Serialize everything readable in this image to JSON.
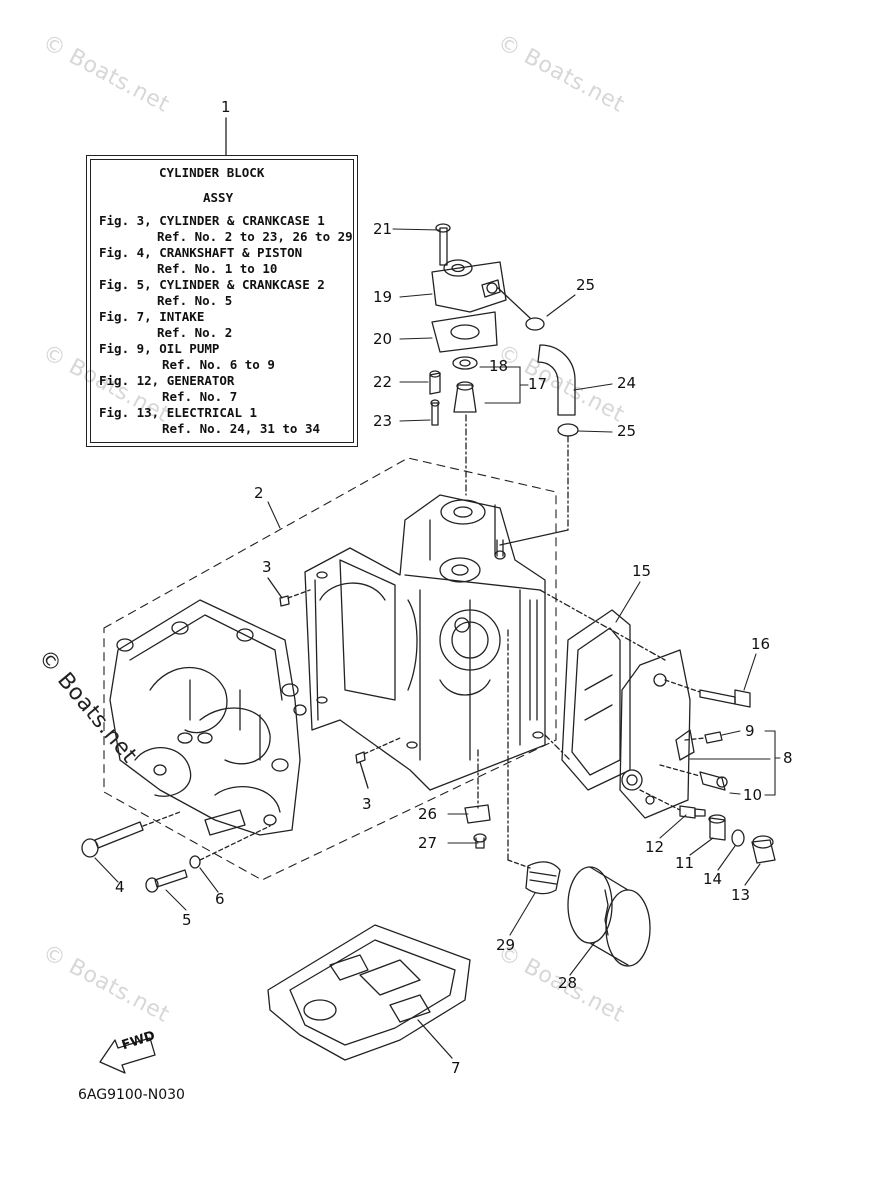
{
  "watermarks": [
    {
      "text": "© Boats.net"
    },
    {
      "text": "© Boats.net"
    },
    {
      "text": "© Boats.net"
    },
    {
      "text": "© Boats.net"
    },
    {
      "text": "© Boats.net"
    },
    {
      "text": "© Boats.net"
    },
    {
      "text": "© Boats.net"
    }
  ],
  "legend": {
    "title1": "CYLINDER BLOCK",
    "title2": "ASSY",
    "lines": [
      "Fig. 3, CYLINDER & CRANKCASE 1",
      "Ref. No. 2 to 23, 26 to 29",
      "Fig. 4, CRANKSHAFT & PISTON",
      "Ref. No. 1 to 10",
      "Fig. 5, CYLINDER & CRANKCASE 2",
      "Ref. No. 5",
      "Fig. 7, INTAKE",
      "Ref. No. 2",
      "Fig. 9, OIL PUMP",
      "Ref. No. 6 to 9",
      "Fig. 12, GENERATOR",
      "Ref. No. 7",
      "Fig. 13, ELECTRICAL 1",
      "Ref. No. 24, 31 to 34"
    ]
  },
  "callouts": [
    "1",
    "2",
    "3",
    "3",
    "4",
    "5",
    "6",
    "7",
    "8",
    "9",
    "10",
    "11",
    "12",
    "13",
    "14",
    "15",
    "16",
    "17",
    "18",
    "19",
    "20",
    "21",
    "22",
    "23",
    "24",
    "25",
    "25",
    "26",
    "27",
    "28",
    "29"
  ],
  "fwd_label": "FWD",
  "diagram_code": "6AG9100-N030"
}
